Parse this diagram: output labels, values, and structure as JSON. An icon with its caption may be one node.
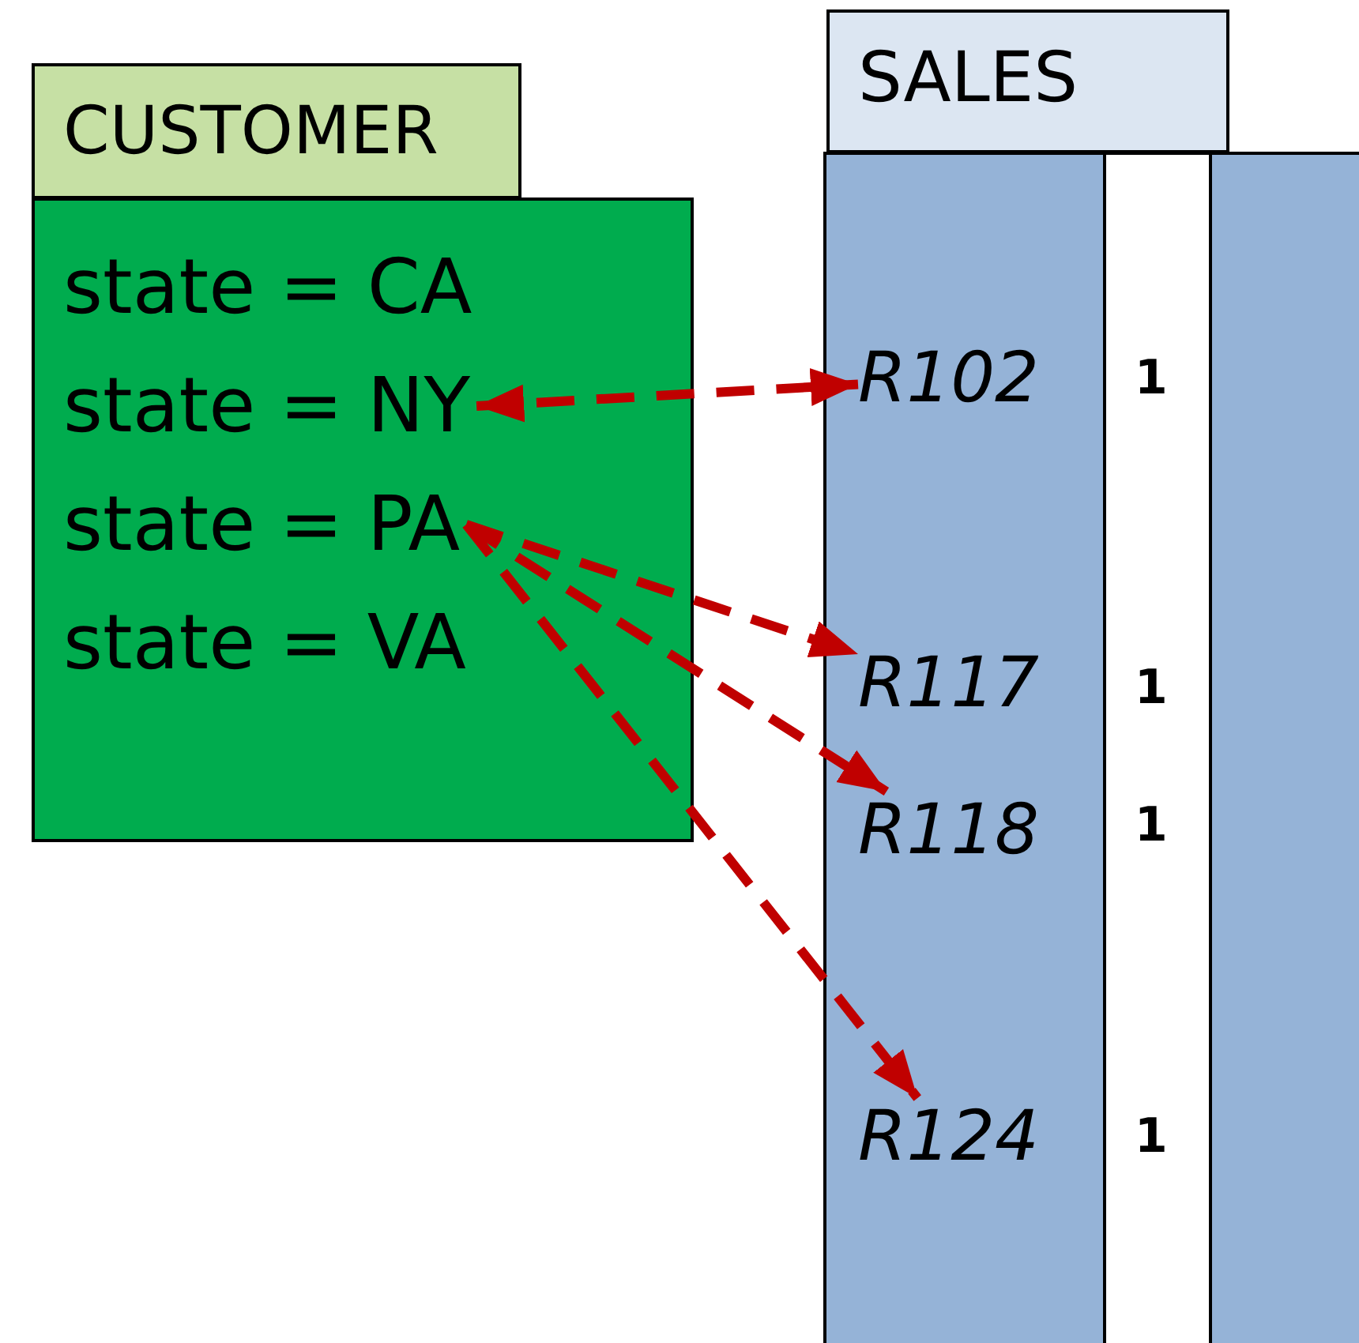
{
  "diagram": {
    "nodes": [
      {
        "text": [
          "CUSTOMER"
        ]
      },
      {
        "text": [],
        "shape": "box"
      },
      {
        "text": [
          "state = CA"
        ],
        "in": 1
      },
      {
        "text": [
          "state = NY"
        ],
        "in": 1
      },
      {
        "text": [
          "state = PA"
        ],
        "in": 1
      },
      {
        "text": [
          "state = VA"
        ],
        "in": 1
      },
      {
        "text": [
          "SALES"
        ]
      },
      {
        "text": [],
        "shape": "box"
      },
      {
        "text": [
          "R102"
        ],
        "in": 7
      },
      {
        "text": [
          "R117"
        ],
        "in": 7
      },
      {
        "text": [
          "R118"
        ],
        "in": 7
      },
      {
        "text": [
          "R124"
        ],
        "in": 7
      },
      {
        "text": [],
        "shape": "box"
      },
      {
        "text": [
          "1"
        ],
        "in": 12
      },
      {
        "text": [
          "1"
        ],
        "in": 12
      },
      {
        "text": [
          "1"
        ],
        "in": 12
      },
      {
        "text": [
          "1"
        ],
        "in": 12
      },
      {
        "text": [],
        "shape": "box"
      }
    ],
    "edges": [
      {
        "from": 3,
        "to": 8,
        "arrow": "both",
        "style": "dashed",
        "color": "#c00000"
      },
      {
        "from": 4,
        "to": 9,
        "arrow": "to",
        "style": "dashed",
        "color": "#c00000"
      },
      {
        "from": 4,
        "to": 10,
        "arrow": "to",
        "style": "dashed",
        "color": "#c00000"
      },
      {
        "from": 4,
        "to": 11,
        "arrow": "to",
        "style": "dashed",
        "color": "#c00000"
      }
    ]
  }
}
